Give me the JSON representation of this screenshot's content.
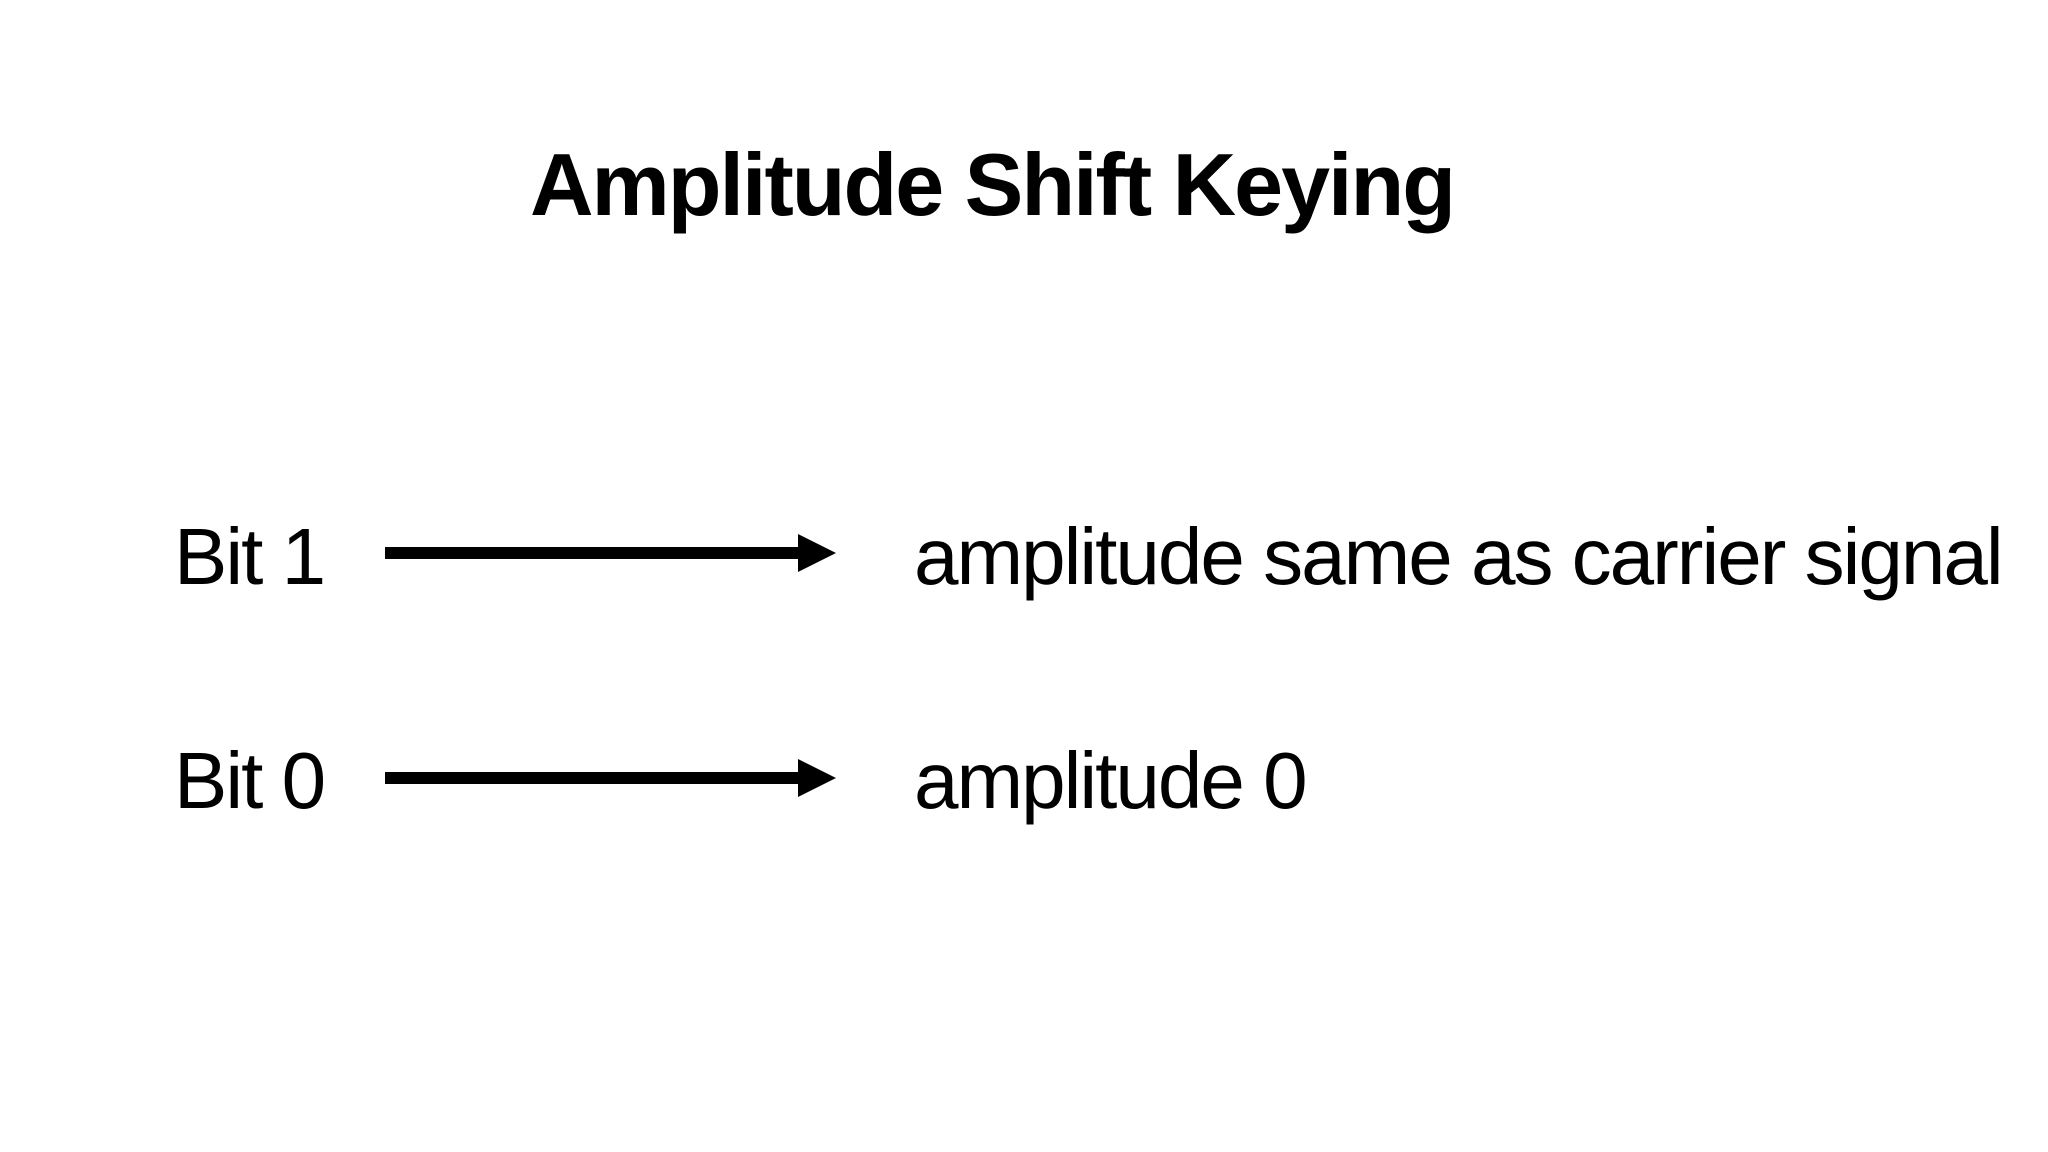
{
  "title": "Amplitude Shift Keying",
  "rows": [
    {
      "label": "Bit 1",
      "result": "amplitude same as carrier signal"
    },
    {
      "label": "Bit 0",
      "result": "amplitude 0"
    }
  ],
  "icons": {
    "arrow": "right-arrow"
  },
  "colors": {
    "background": "#ffffff",
    "text": "#000000",
    "arrow": "#000000"
  }
}
